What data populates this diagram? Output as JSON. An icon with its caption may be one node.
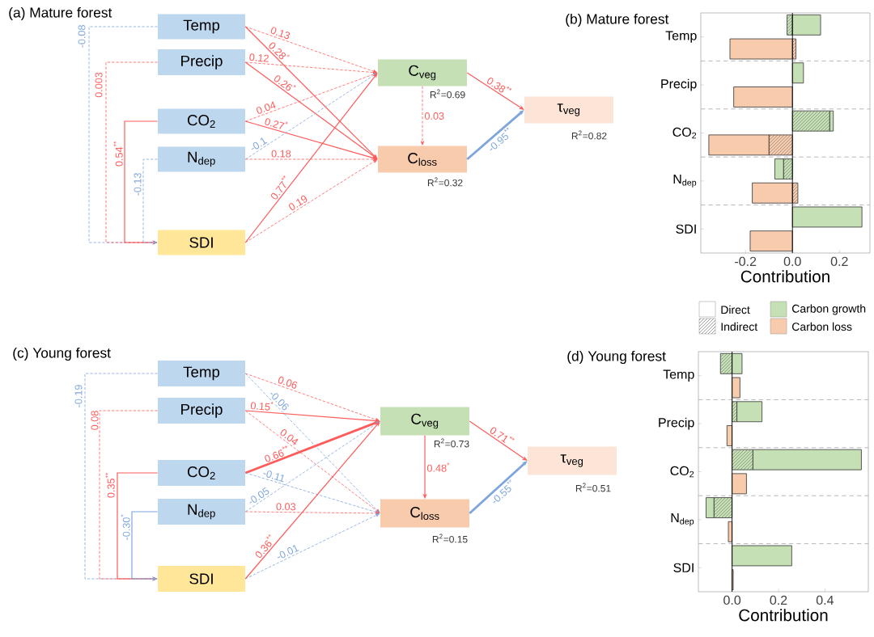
{
  "diagram": {
    "nodes": [
      {
        "text": [
          "Temp"
        ]
      },
      {
        "text": [
          "Precip"
        ]
      },
      {
        "text": [
          "CO$_{2}$"
        ]
      },
      {
        "text": [
          "N$_{dep}$"
        ]
      },
      {
        "text": [
          "SDI"
        ]
      },
      {
        "text": [
          "C$_{veg}$"
        ],
        "beside": [
          "R$^{2}$=0.69"
        ]
      },
      {
        "text": [
          "C$_{loss}$"
        ],
        "beside": [
          "R$^{2}$=0.32"
        ]
      },
      {
        "text": [
          "τ$_{veg}$"
        ],
        "beside": [
          "R$^{2}$=0.82"
        ]
      },
      {
        "text": [
          "Temp"
        ]
      },
      {
        "text": [
          "Precip"
        ]
      },
      {
        "text": [
          "CO$_{2}$"
        ]
      },
      {
        "text": [
          "N$_{dep}$"
        ]
      },
      {
        "text": [
          "SDI"
        ]
      },
      {
        "text": [
          "C$_{veg}$"
        ],
        "beside": [
          "R$^{2}$=0.73"
        ]
      },
      {
        "text": [
          "C$_{loss}$"
        ],
        "beside": [
          "R$^{2}$=0.15"
        ]
      },
      {
        "text": [
          "τ$_{veg}$"
        ],
        "beside": [
          "R$^{2}$=0.51"
        ]
      }
    ],
    "edges": [
      {
        "from": 0,
        "to": 5,
        "arrow": "to",
        "label": "0.13",
        "style": "dashed"
      },
      {
        "from": 0,
        "to": 6,
        "arrow": "to",
        "label": "0.28$^{*}$"
      },
      {
        "from": 1,
        "to": 5,
        "arrow": "to",
        "label": "0.12",
        "style": "dashed"
      },
      {
        "from": 1,
        "to": 6,
        "arrow": "to",
        "label": "0.26$^{*}$"
      },
      {
        "from": 2,
        "to": 5,
        "arrow": "to",
        "label": "0.04",
        "style": "dashed"
      },
      {
        "from": 2,
        "to": 6,
        "arrow": "to",
        "label": "0.27$^{*}$"
      },
      {
        "from": 3,
        "to": 5,
        "arrow": "to",
        "label": "-0.1",
        "style": "dashed",
        "color": "#7fa6dc"
      },
      {
        "from": 3,
        "to": 6,
        "arrow": "to",
        "label": "0.18",
        "style": "dashed"
      },
      {
        "from": 4,
        "to": 5,
        "arrow": "to",
        "label": "0.77$^{**}$"
      },
      {
        "from": 4,
        "to": 6,
        "arrow": "to",
        "label": "0.19",
        "style": "dashed"
      },
      {
        "from": 5,
        "to": 6,
        "arrow": "to",
        "label": "0.03",
        "style": "dashed"
      },
      {
        "from": 5,
        "to": 7,
        "arrow": "to",
        "label": "0.38$^{**}$"
      },
      {
        "from": 6,
        "to": 7,
        "arrow": "to",
        "label": "-0.95$^{**}$",
        "style": "thick",
        "color": "#7fa6dc"
      },
      {
        "from": 0,
        "to": 4,
        "arrow": "to",
        "label": "-0.08",
        "style": "dashed",
        "color": "#7fa6dc"
      },
      {
        "from": 1,
        "to": 4,
        "arrow": "to",
        "label": "0.003",
        "style": "dashed"
      },
      {
        "from": 2,
        "to": 4,
        "arrow": "to",
        "label": "0.54$^{**}$"
      },
      {
        "from": 3,
        "to": 4,
        "arrow": "to",
        "label": "-0.13",
        "style": "dashed",
        "color": "#7fa6dc"
      },
      {
        "from": 8,
        "to": 13,
        "arrow": "to",
        "label": "0.06",
        "style": "dashed"
      },
      {
        "from": 8,
        "to": 14,
        "arrow": "to",
        "label": "-0.06",
        "style": "dashed",
        "color": "#7fa6dc"
      },
      {
        "from": 9,
        "to": 13,
        "arrow": "to",
        "label": "0.15$^{*}$"
      },
      {
        "from": 9,
        "to": 14,
        "arrow": "to",
        "label": "0.04",
        "style": "dashed"
      },
      {
        "from": 10,
        "to": 13,
        "arrow": "to",
        "label": "0.66$^{**}$",
        "style": "thick"
      },
      {
        "from": 10,
        "to": 14,
        "arrow": "to",
        "label": "-0.11",
        "style": "dashed",
        "color": "#7fa6dc"
      },
      {
        "from": 11,
        "to": 13,
        "arrow": "to",
        "label": "-0.05",
        "style": "dashed",
        "color": "#7fa6dc"
      },
      {
        "from": 11,
        "to": 14,
        "arrow": "to",
        "label": "0.03",
        "style": "dashed"
      },
      {
        "from": 12,
        "to": 13,
        "arrow": "to",
        "label": "0.36$^{**}$"
      },
      {
        "from": 12,
        "to": 14,
        "arrow": "to",
        "label": "-0.01",
        "style": "dashed",
        "color": "#7fa6dc"
      },
      {
        "from": 13,
        "to": 14,
        "arrow": "to",
        "label": "0.48$^{*}$"
      },
      {
        "from": 13,
        "to": 15,
        "arrow": "to",
        "label": "0.71$^{**}$"
      },
      {
        "from": 14,
        "to": 15,
        "arrow": "to",
        "label": "-0.55$^{**}$",
        "style": "thick",
        "color": "#7fa6dc"
      },
      {
        "from": 8,
        "to": 12,
        "arrow": "to",
        "label": "-0.19",
        "style": "dashed",
        "color": "#7fa6dc"
      },
      {
        "from": 9,
        "to": 12,
        "arrow": "to",
        "label": "0.08",
        "style": "dashed"
      },
      {
        "from": 10,
        "to": 12,
        "arrow": "to",
        "label": "0.35$^{**}$"
      },
      {
        "from": 11,
        "to": 12,
        "arrow": "to",
        "label": "-0.30$^{*}$",
        "color": "#7fa6dc"
      }
    ],
    "labels": [
      "(a)  Mature forest",
      "(c)  Young forest"
    ],
    "legend": [
      {
        "text": "Direct"
      },
      {
        "text": "Indirect"
      },
      {
        "text": "Carbon growth",
        "color": "#c5e0b4"
      },
      {
        "text": "Carbon loss",
        "color": "#f8cbad"
      }
    ],
    "chart_data": [
      {
        "type": "bar",
        "orientation": "horizontal",
        "stacked": true,
        "grid": true,
        "title": "(b)  Mature forest",
        "xlabel": "Contribution",
        "categories": [
          "Temp",
          null,
          "Precip",
          null,
          "CO$_{2}$",
          null,
          "N$_{dep}$",
          null,
          "SDI",
          null
        ],
        "xlim": [
          -0.39,
          0.33
        ],
        "xticks": [
          {
            "value": -0.2,
            "label": "-0.2"
          },
          {
            "value": 0,
            "label": "0.0"
          },
          {
            "value": 0.2,
            "label": "0.2"
          }
        ],
        "series": [
          {
            "color": "#c5e0b4",
            "values": [
              -0.023,
              null,
              0,
              null,
              0.159,
              null,
              -0.038,
              null,
              0,
              null
            ]
          },
          {
            "color": "#c5e0b4",
            "values": [
              0.12,
              null,
              0.047,
              null,
              0.015,
              null,
              -0.037,
              null,
              0.296,
              null
            ]
          },
          {
            "color": "#f8cbad",
            "values": [
              null,
              0.015,
              null,
              0,
              null,
              -0.1,
              null,
              0.023,
              null,
              0
            ]
          },
          {
            "color": "#f8cbad",
            "values": [
              null,
              -0.266,
              null,
              -0.25,
              null,
              -0.256,
              null,
              -0.171,
              null,
              -0.18
            ]
          }
        ]
      },
      {
        "type": "bar",
        "orientation": "horizontal",
        "stacked": true,
        "grid": true,
        "title": "(d)  Young forest",
        "xlabel": "Contribution",
        "categories": [
          "Temp",
          null,
          "Precip",
          null,
          "CO$_{2}$",
          null,
          "N$_{dep}$",
          null,
          "SDI",
          null
        ],
        "xlim": [
          -0.145,
          0.587
        ],
        "xticks": [
          {
            "value": 0,
            "label": "0.0"
          },
          {
            "value": 0.2,
            "label": "0.2"
          },
          {
            "value": 0.4,
            "label": "0.4"
          }
        ],
        "series": [
          {
            "color": "#c5e0b4",
            "values": [
              -0.05,
              null,
              0.021,
              null,
              0.09,
              null,
              -0.078,
              null,
              0,
              null
            ]
          },
          {
            "color": "#c5e0b4",
            "values": [
              0.043,
              null,
              0.108,
              null,
              0.467,
              null,
              -0.034,
              null,
              0.257,
              null
            ]
          },
          {
            "color": "#f8cbad",
            "values": [
              null,
              0.034,
              null,
              -0.022,
              null,
              0.062,
              null,
              -0.016,
              null,
              0.005
            ]
          }
        ]
      }
    ]
  }
}
